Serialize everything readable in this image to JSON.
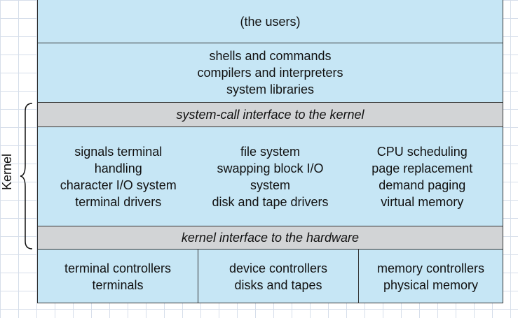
{
  "users": "(the users)",
  "shells": [
    "shells and commands",
    "compilers and interpreters",
    "system libraries"
  ],
  "syscall_interface": "system-call interface to the kernel",
  "kernel_columns": [
    [
      "signals terminal",
      "handling",
      "character I/O system",
      "terminal drivers"
    ],
    [
      "file system",
      "swapping block I/O",
      "system",
      "disk and tape drivers"
    ],
    [
      "CPU scheduling",
      "page replacement",
      "demand paging",
      "virtual memory"
    ]
  ],
  "hardware_interface": "kernel interface to the hardware",
  "controllers": [
    [
      "terminal controllers",
      "terminals"
    ],
    [
      "device controllers",
      "disks and tapes"
    ],
    [
      "memory controllers",
      "physical memory"
    ]
  ],
  "kernel_label": "Kernel",
  "colors": {
    "band": "#c6e6f5",
    "interface": "#d2d4d6",
    "border": "#333333"
  }
}
